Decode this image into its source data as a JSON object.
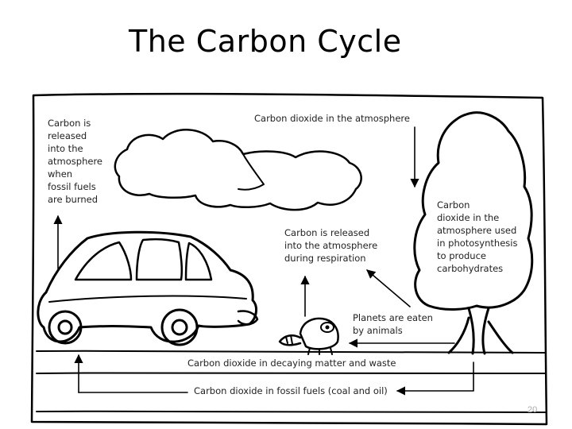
{
  "title": "The Carbon Cycle",
  "page_number": "20",
  "labels": {
    "fossil_burn": [
      "Carbon is",
      "released",
      "into the",
      "atmosphere",
      "when",
      "fossil fuels",
      "are burned"
    ],
    "co2_atmosphere": "Carbon dioxide in the atmosphere",
    "photosynthesis": [
      "Carbon",
      "dioxide in the",
      "atmosphere used",
      "in photosynthesis",
      "to produce",
      "carbohydrates"
    ],
    "respiration": [
      "Carbon is released",
      "into the atmosphere",
      "during respiration"
    ],
    "eaten": [
      "Planets are eaten",
      "by animals"
    ],
    "decaying": "Carbon dioxide in decaying matter and waste",
    "fossil_fuels": "Carbon dioxide in fossil fuels (coal and oil)"
  }
}
